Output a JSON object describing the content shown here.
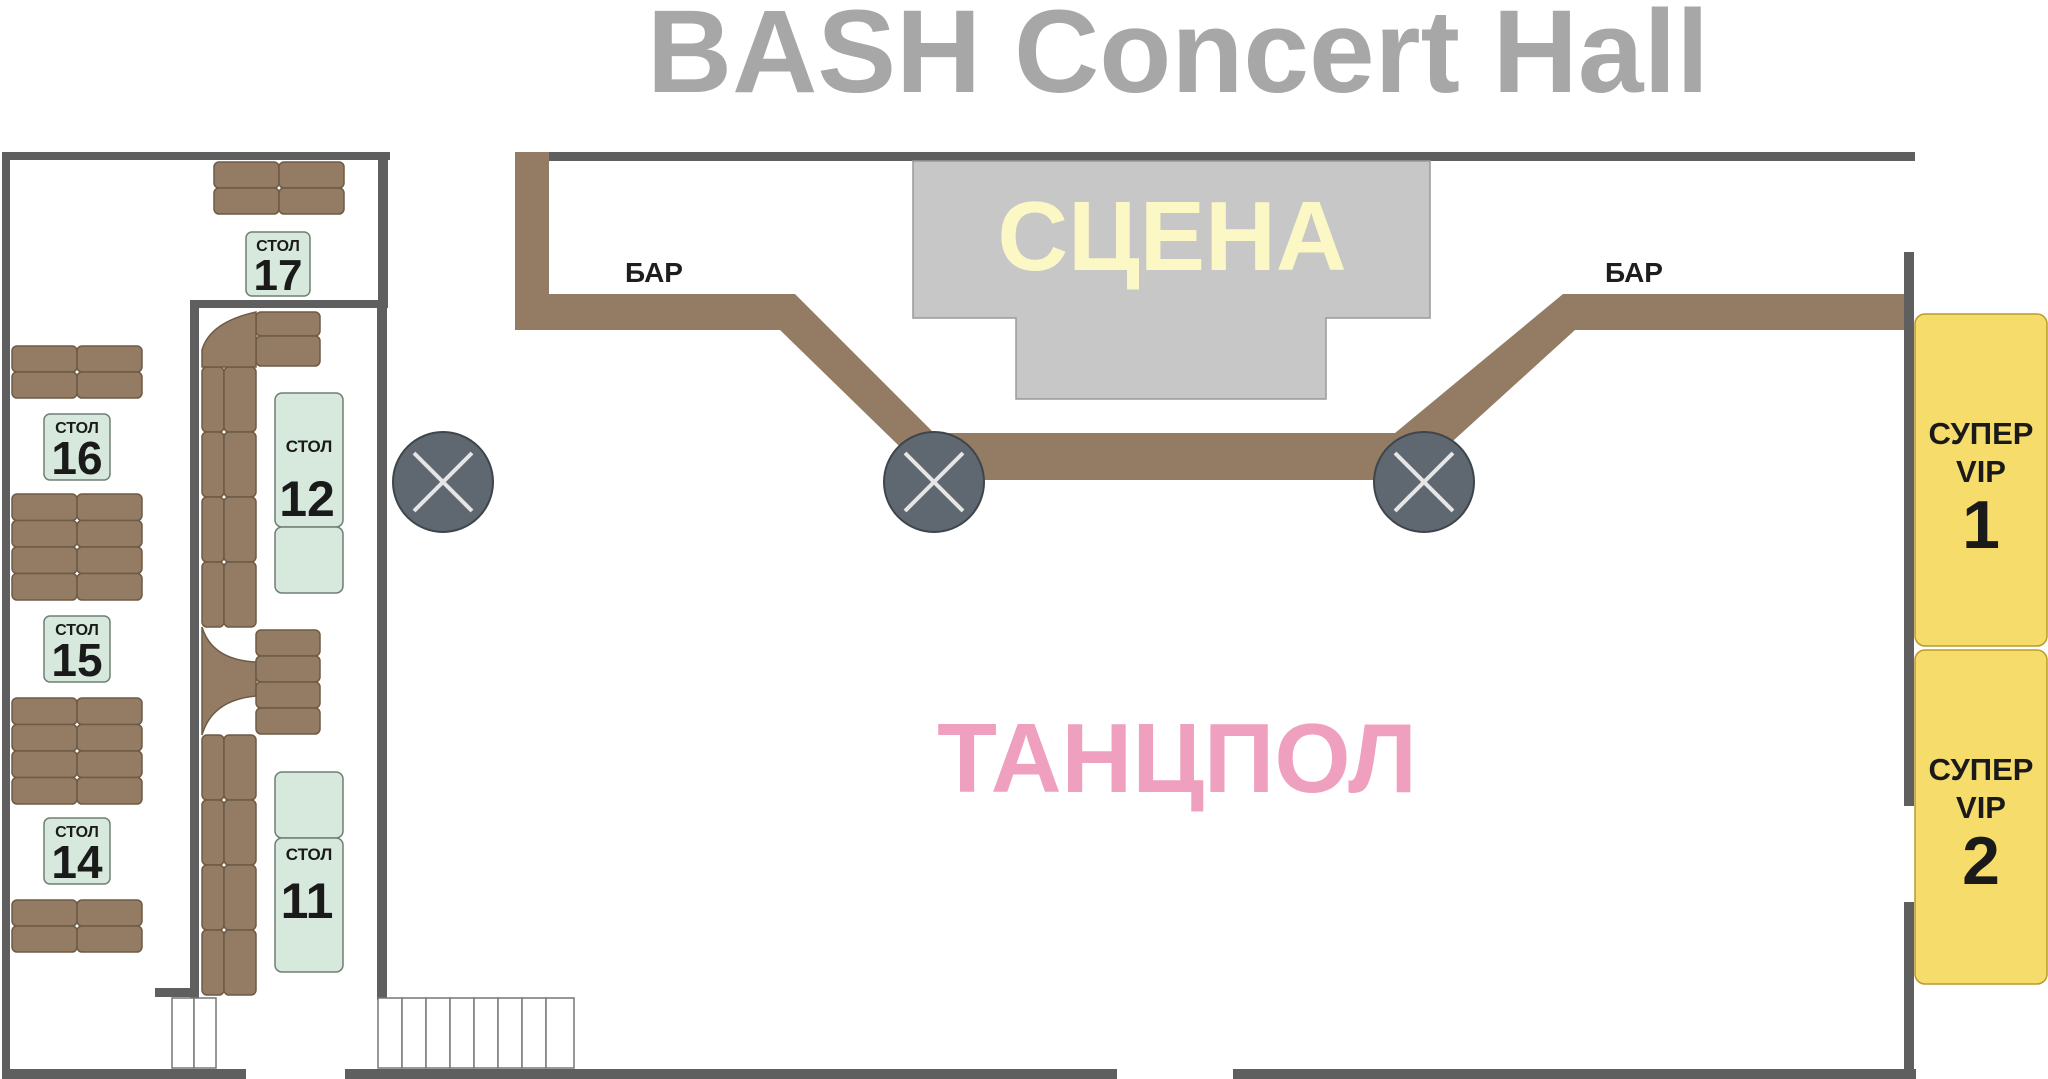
{
  "title": "BASH Concert Hall",
  "colors": {
    "wall": "#5f5f5f",
    "bar": "#937c63",
    "sofa": "#937c63",
    "sofa_edge": "#6e5a45",
    "table": "#d6e9dc",
    "table_edge": "#6f7f74",
    "stage": "#c7c7c7",
    "stage_text": "#fbf8c6",
    "dance_text": "#f0a0bf",
    "vip": "#f6dc6b",
    "vip_edge": "#b89b2a",
    "column": "#5f6870",
    "column_x": "#e6e6e6",
    "title": "#a7a7a7"
  },
  "stage": {
    "label": "СЦЕНА"
  },
  "dance_floor": {
    "label": "ТАНЦПОЛ"
  },
  "bars": [
    {
      "label": "БАР"
    },
    {
      "label": "БАР"
    }
  ],
  "tables": [
    {
      "word": "СТОЛ",
      "number": "17"
    },
    {
      "word": "СТОЛ",
      "number": "16"
    },
    {
      "word": "СТОЛ",
      "number": "15"
    },
    {
      "word": "СТОЛ",
      "number": "14"
    },
    {
      "word": "СТОЛ",
      "number": "12"
    },
    {
      "word": "СТОЛ",
      "number": "11"
    }
  ],
  "vip": [
    {
      "line1": "СУПЕР",
      "line2": "VIP",
      "number": "1"
    },
    {
      "line1": "СУПЕР",
      "line2": "VIP",
      "number": "2"
    }
  ]
}
